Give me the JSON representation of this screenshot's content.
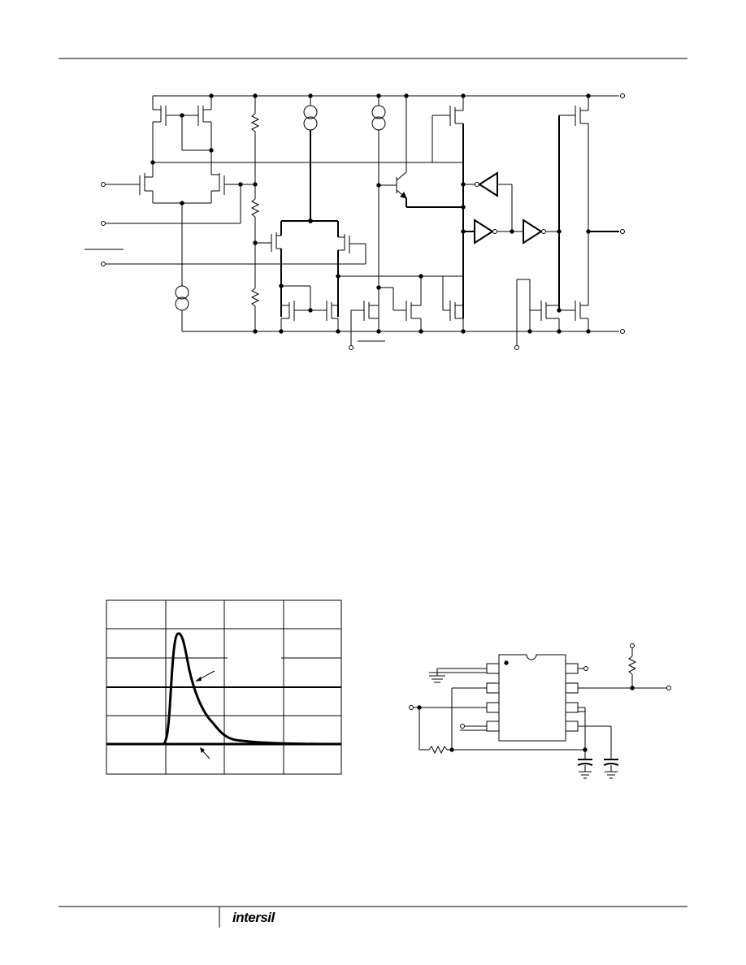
{
  "brand": {
    "logo_text": "intersil",
    "logo_color": "#000000"
  },
  "colors": {
    "ink": "#000000",
    "background": "#ffffff"
  },
  "figures": [
    {
      "id": "internal-schematic"
    },
    {
      "id": "waveform-plot"
    },
    {
      "id": "application-circuit"
    }
  ]
}
